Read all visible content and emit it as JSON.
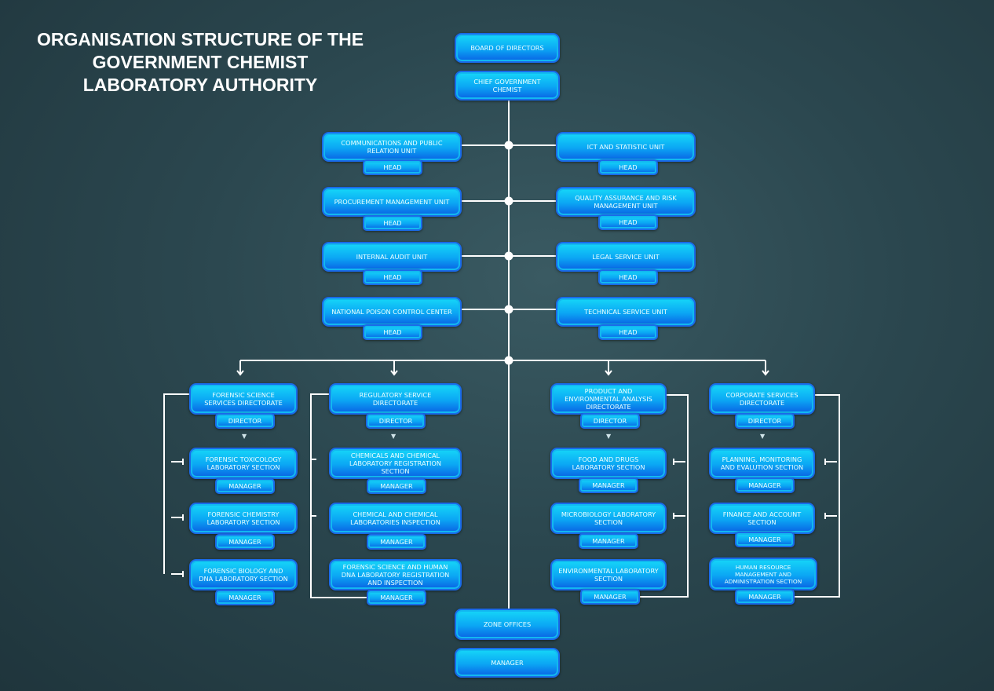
{
  "title": "ORGANISATION STRUCTURE OF THE GOVERNMENT CHEMIST LABORATORY AUTHORITY",
  "top": {
    "board": "BOARD OF DIRECTORS",
    "chief": "CHIEF GOVERNMENT CHEMIST"
  },
  "units": [
    {
      "name": "COMMUNICATIONS AND PUBLIC RELATION UNIT",
      "role": "HEAD"
    },
    {
      "name": "ICT AND STATISTIC UNIT",
      "role": "HEAD"
    },
    {
      "name": "PROCUREMENT MANAGEMENT UNIT",
      "role": "HEAD"
    },
    {
      "name": "QUALITY ASSURANCE AND RISK MANAGEMENT UNIT",
      "role": "HEAD"
    },
    {
      "name": "INTERNAL AUDIT UNIT",
      "role": "HEAD"
    },
    {
      "name": "LEGAL SERVICE UNIT",
      "role": "HEAD"
    },
    {
      "name": "NATIONAL POISON CONTROL CENTER",
      "role": "HEAD"
    },
    {
      "name": "TECHNICAL SERVICE UNIT",
      "role": "HEAD"
    }
  ],
  "directorates": [
    {
      "name": "FORENSIC SCIENCE SERVICES DIRECTORATE",
      "role": "DIRECTOR",
      "sections": [
        {
          "name": "FORENSIC TOXICOLOGY LABORATORY SECTION",
          "role": "MANAGER"
        },
        {
          "name": "FORENSIC CHEMISTRY LABORATORY SECTION",
          "role": "MANAGER"
        },
        {
          "name": "FORENSIC BIOLOGY AND DNA LABORATORY SECTION",
          "role": "MANAGER"
        }
      ]
    },
    {
      "name": "REGULATORY SERVICE DIRECTORATE",
      "role": "DIRECTOR",
      "sections": [
        {
          "name": "CHEMICALS AND CHEMICAL LABORATORY REGISTRATION SECTION",
          "role": "MANAGER"
        },
        {
          "name": "CHEMICAL AND CHEMICAL LABORATORIES INSPECTION",
          "role": "MANAGER"
        },
        {
          "name": "FORENSIC SCIENCE AND HUMAN DNA LABORATORY REGISTRATION AND INSPECTION",
          "role": "MANAGER"
        }
      ]
    },
    {
      "name": "PRODUCT AND ENVIRONMENTAL ANALYSIS DIRECTORATE",
      "role": "DIRECTOR",
      "sections": [
        {
          "name": "FOOD AND DRUGS LABORATORY SECTION",
          "role": "MANAGER"
        },
        {
          "name": "MICROBIOLOGY LABORATORY SECTION",
          "role": "MANAGER"
        },
        {
          "name": "ENVIRONMENTAL LABORATORY SECTION",
          "role": "MANAGER"
        }
      ]
    },
    {
      "name": "CORPORATE SERVICES DIRECTORATE",
      "role": "DIRECTOR",
      "sections": [
        {
          "name": "PLANNING, MONITORING AND EVALUTION SECTION",
          "role": "MANAGER"
        },
        {
          "name": "FINANCE AND ACCOUNT SECTION",
          "role": "MANAGER"
        },
        {
          "name": "HUMAN RESOURCE MANAGEMENT AND ADMINISTRATION SECTION",
          "role": "MANAGER"
        }
      ]
    }
  ],
  "zone": {
    "name": "ZONE OFFICES",
    "role": "MANAGER"
  },
  "colors": {
    "box_top": "#16d7f8",
    "box_bottom": "#0a62e4",
    "line": "#ffffff"
  }
}
